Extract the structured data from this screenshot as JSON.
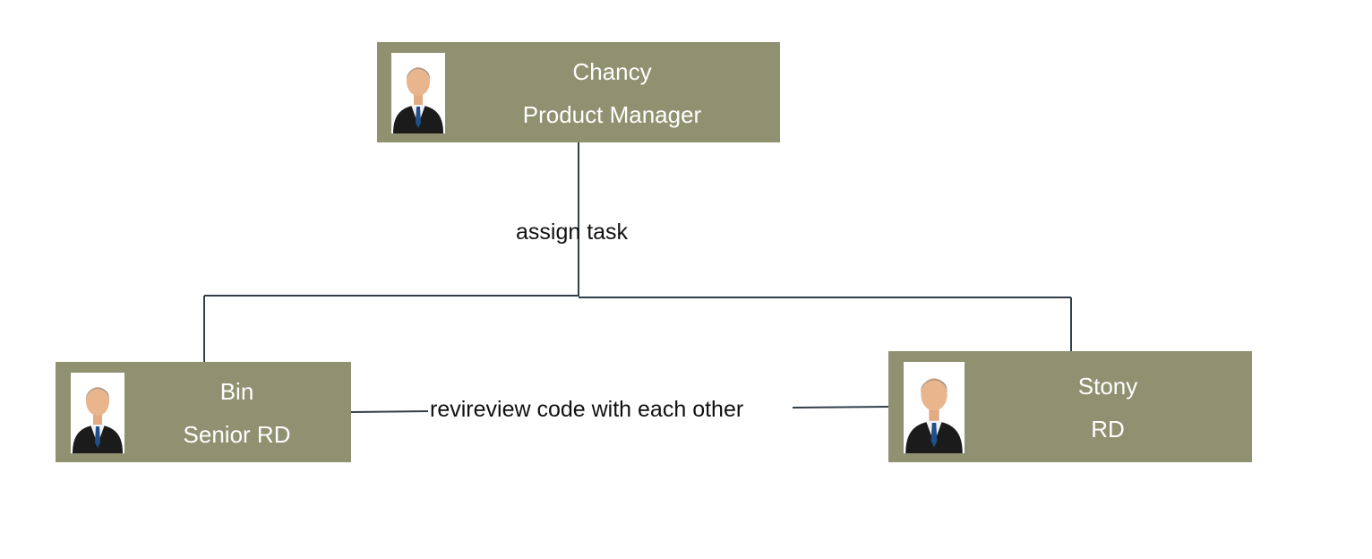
{
  "nodes": {
    "pm": {
      "name": "Chancy",
      "role": "Product Manager",
      "icon": "person-avatar-icon"
    },
    "bin": {
      "name": "Bin",
      "role": "Senior RD",
      "icon": "person-avatar-icon"
    },
    "stony": {
      "name": "Stony",
      "role": "RD",
      "icon": "person-avatar-icon"
    }
  },
  "edges": {
    "assign": {
      "label": "assign task"
    },
    "review": {
      "label": "revireview code with each other"
    }
  },
  "colors": {
    "node_fill": "#8f9170",
    "node_text": "#ffffff",
    "line": "#333f48"
  }
}
